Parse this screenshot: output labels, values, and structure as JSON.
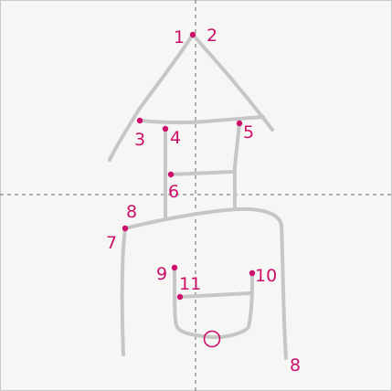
{
  "diagram": {
    "labels": {
      "n1": "1",
      "n2": "2",
      "n3": "3",
      "n4": "4",
      "n5": "5",
      "n6": "6",
      "n7": "7",
      "n8_top": "8",
      "n8_end": "8",
      "n9": "9",
      "n10": "10",
      "n11": "11"
    },
    "colors": {
      "marker": "#cc0f6a",
      "stroke": "#c6c6c6",
      "guide": "#6b6b6b",
      "background": "#f6f6f4"
    }
  }
}
